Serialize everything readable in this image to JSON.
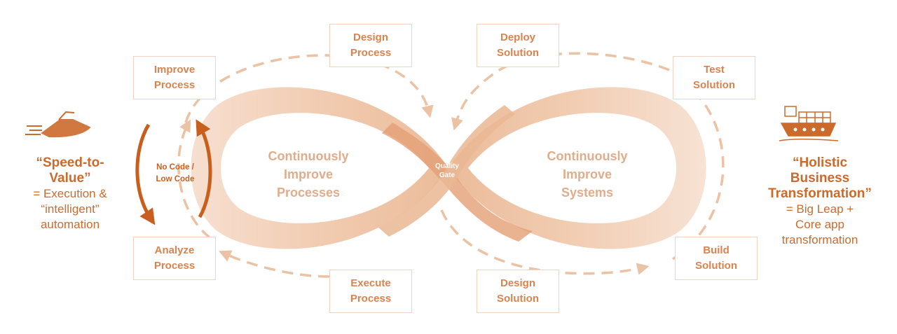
{
  "boxes": {
    "improve_process": [
      "Improve",
      "Process"
    ],
    "design_process": [
      "Design",
      "Process"
    ],
    "deploy_solution": [
      "Deploy",
      "Solution"
    ],
    "test_solution": [
      "Test",
      "Solution"
    ],
    "analyze_process": [
      "Analyze",
      "Process"
    ],
    "execute_process": [
      "Execute",
      "Process"
    ],
    "design_solution": [
      "Design",
      "Solution"
    ],
    "build_solution": [
      "Build",
      "Solution"
    ]
  },
  "left_loop": [
    "Continuously",
    "Improve",
    "Processes"
  ],
  "right_loop": [
    "Continuously",
    "Improve",
    "Systems"
  ],
  "quality_gate": [
    "Quality",
    "Gate"
  ],
  "no_code": [
    "No Code /",
    "Low Code"
  ],
  "left_side": {
    "title": [
      "“Speed-to-",
      "Value”"
    ],
    "sub": [
      "= Execution &",
      "“intelligent”",
      "automation"
    ]
  },
  "right_side": {
    "title": [
      "“Holistic",
      "Business",
      "Transformation”"
    ],
    "sub": [
      "= Big Leap +",
      "Core app",
      "transformation"
    ]
  },
  "colors": {
    "accent": "#cc6a2c",
    "box_text": "#d9834f",
    "loop": "#e9b48f",
    "dashed": "#ebc2a4"
  },
  "icons": [
    "speedboat-icon",
    "cargo-ship-icon"
  ]
}
